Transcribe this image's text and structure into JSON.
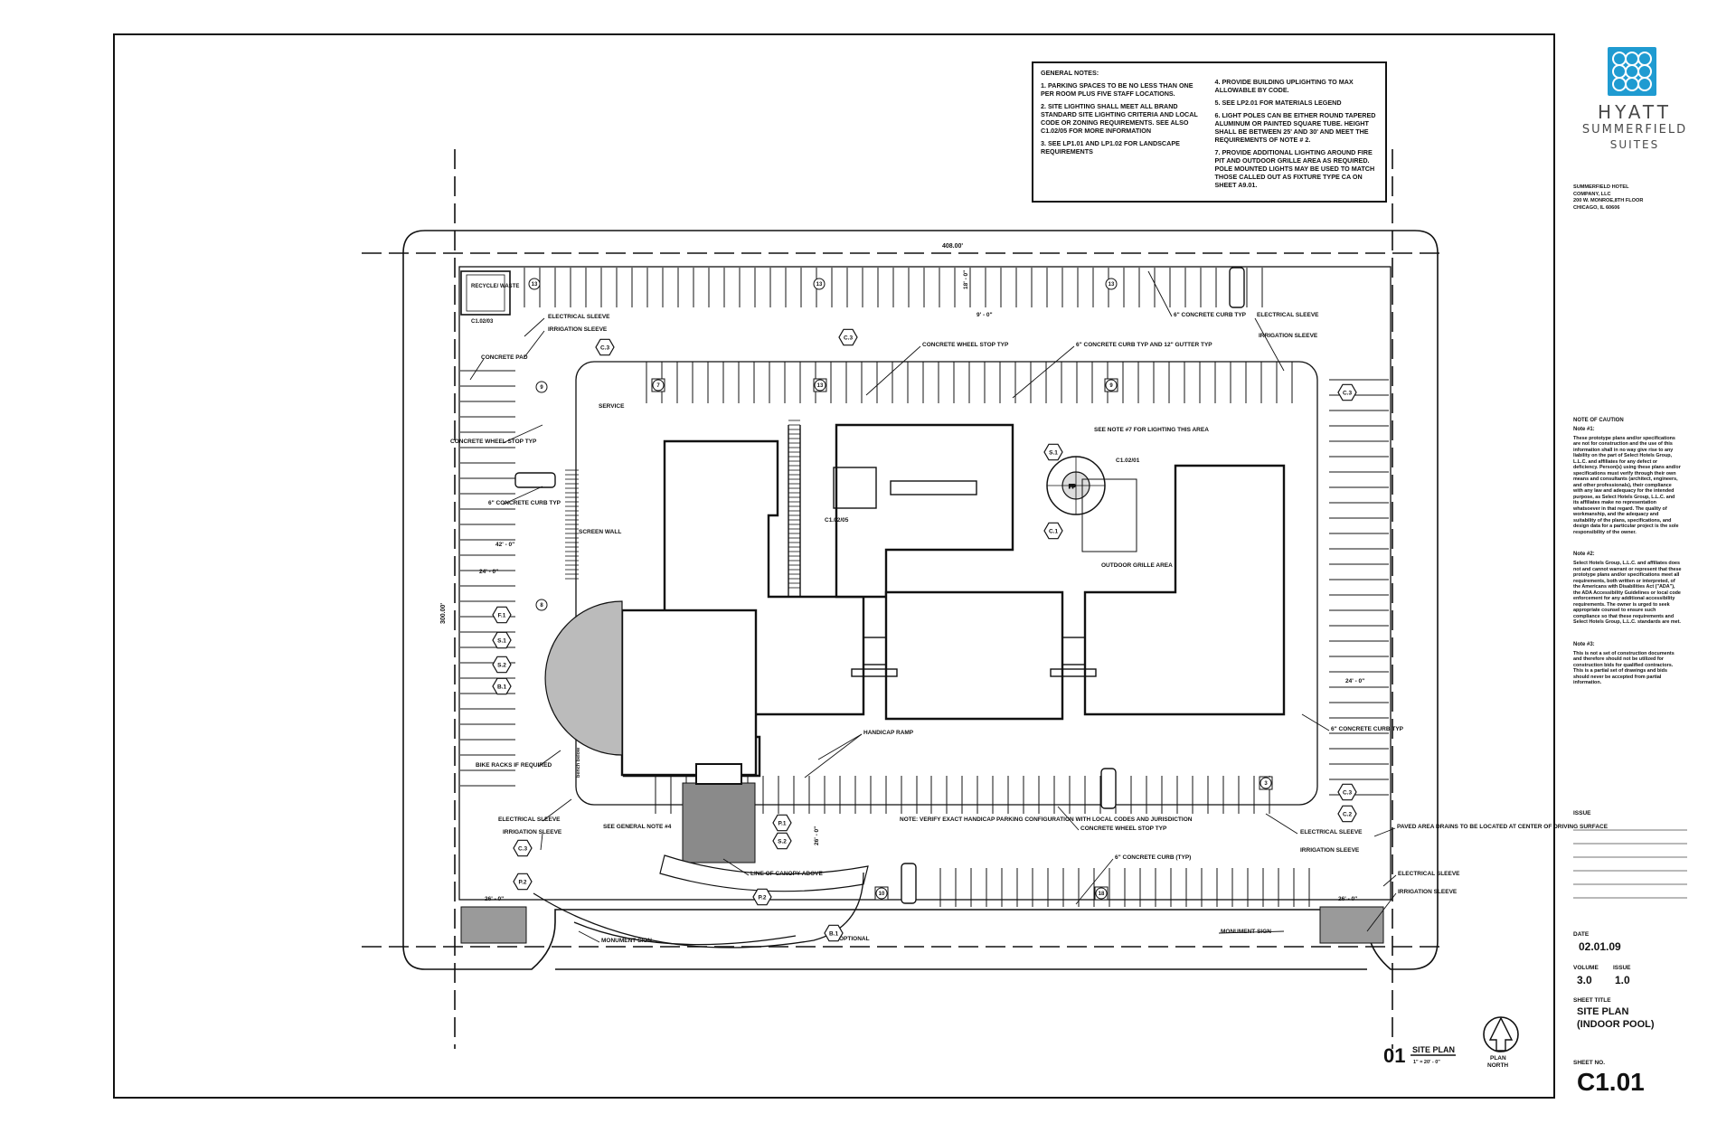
{
  "general_notes": {
    "heading": "GENERAL NOTES:",
    "left": [
      "1. PARKING SPACES TO BE NO LESS THAN ONE PER ROOM PLUS FIVE STAFF LOCATIONS.",
      "2. SITE LIGHTING SHALL MEET ALL BRAND STANDARD SITE LIGHTING CRITERIA AND LOCAL CODE OR ZONING REQUIREMENTS. SEE ALSO C1.02/05 FOR MORE INFORMATION",
      "3. SEE LP1.01 AND LP1.02 FOR LANDSCAPE REQUIREMENTS"
    ],
    "right": [
      "4. PROVIDE BUILDING UPLIGHTING TO MAX ALLOWABLE BY CODE.",
      "5. SEE LP2.01 FOR MATERIALS LEGEND",
      "6. LIGHT POLES CAN BE EITHER ROUND TAPERED ALUMINUM OR PAINTED SQUARE TUBE. HEIGHT SHALL BE BETWEEN 25' AND 30' AND MEET THE REQUIREMENTS OF NOTE # 2.",
      "7. PROVIDE ADDITIONAL LIGHTING AROUND FIRE PIT AND OUTDOOR GRILLE AREA AS REQUIRED. POLE MOUNTED LIGHTS MAY BE USED TO MATCH THOSE CALLED OUT AS FIXTURE TYPE CA ON SHEET A9.01."
    ]
  },
  "brand": {
    "line1": "HYATT",
    "line2": "SUMMERFIELD",
    "line3": "SUITES",
    "logo_color": "#1f9bd1"
  },
  "company": {
    "name1": "SUMMERFIELD HOTEL",
    "name2": "COMPANY, LLC",
    "address1": "200 W. MONROE,8TH FLOOR",
    "address2": "CHICAGO, IL 60606"
  },
  "caution": {
    "title": "NOTE OF CAUTION",
    "note1_label": "Note #1:",
    "note1": "These prototype plans and/or specifications are not for construction and the use of this information shall in no way give rise to any liability on the part of Select Hotels Group, L.L.C. and affiliates for any defect or deficiency. Person(s) using these plans and/or specifications must verify through their own means and consultants (architect, engineers, and other professionals), their compliance with any law and adequacy for the intended purpose, as Select Hotels Group, L.L.C. and its affiliates make no representation whatsoever in that regard. The quality of workmanship, and the adequacy and suitability of the plans, specifications, and design data for a particular project is the sole responsibility of the owner.",
    "note2_label": "Note #2:",
    "note2": "Select Hotels Group, L.L.C. and affiliates does not and cannot warrant or represent that these prototype plans and/or specifications meet all requirements, both written or interpreted, of the Americans with Disabilities Act (\"ADA\"), the ADA Accessibility Guidelines or local code enforcement for any additional accessibility requirements. The owner is urged to seek appropriate counsel to ensure such compliance so that these requirements and Select Hotels Group, L.L.C. standards are met.",
    "note3_label": "Note #3:",
    "note3": "This is not a set of construction documents and therefore should not be utilized for construction bids for qualified contractors. This is a partial set of drawings and bids should never be accepted from partial information."
  },
  "issue_label": "ISSUE",
  "title_block": {
    "date_label": "DATE",
    "date": "02.01.09",
    "volume_label": "VOLUME",
    "volume": "3.0",
    "issue_label": "ISSUE",
    "issue": "1.0",
    "sheet_title_label": "SHEET TITLE",
    "sheet_title1": "SITE PLAN",
    "sheet_title2": "(INDOOR POOL)",
    "sheet_no_label": "SHEET NO.",
    "sheet_no": "C1.01"
  },
  "drawing_title": {
    "number": "01",
    "title": "SITE PLAN",
    "scale": "1\" = 20' - 0\"",
    "north1": "PLAN",
    "north2": "NORTH"
  },
  "dimensions": {
    "top_width": "408.00'",
    "left_height": "300.00'",
    "d42": "42' - 0\"",
    "d24": "24' - 0\"",
    "d18": "18' - 0\"",
    "d9": "9' - 0\"",
    "d26": "26' - 0\"",
    "d26b": "26' - 0\"",
    "d26c": "26' - 0\""
  },
  "labels": {
    "recycle": "RECYCLE/ WASTE",
    "c1_02_03": "C1.02/03",
    "concrete_pad": "CONCRETE PAD",
    "elec_sleeve_tl": "ELECTRICAL SLEEVE",
    "irr_sleeve_tl": "IRRIGATION SLEEVE",
    "service": "SERVICE",
    "wheel_stop_l": "CONCRETE WHEEL STOP TYP",
    "curb_l": "6\" CONCRETE CURB TYP",
    "screen_wall": "SCREEN WALL",
    "wheel_stop_top": "CONCRETE WHEEL STOP TYP",
    "curb_gutter": "6\" CONCRETE CURB TYP AND 12\" GUTTER TYP",
    "curb_top": "6\" CONCRETE CURB TYP",
    "elec_sleeve_tr": "ELECTRICAL SLEEVE",
    "irr_sleeve_tr": "IRRIGATION SLEEVE",
    "see_note7": "SEE NOTE #7 FOR LIGHTING THIS AREA",
    "c1_02_01": "C1.02/01",
    "c1_02_05": "C1.02/05",
    "grille": "OUTDOOR GRILLE AREA",
    "handicap_ramp": "HANDICAP RAMP",
    "bike": "BIKE RACKS IF REQUIRED",
    "bike_vertical": "bench below",
    "elec_sleeve_bl": "ELECTRICAL SLEEVE",
    "irr_sleeve_bl": "IRRIGATION SLEEVE",
    "see_gen4": "SEE GENERAL NOTE #4",
    "verify": "NOTE: VERIFY EXACT HANDICAP PARKING CONFIGURATION WITH LOCAL CODES AND JURISDICTION",
    "canopy": "LINE OF CANOPY ABOVE",
    "monument_l": "MONUMENT SIGN",
    "monument_r": "MONUMENT SIGN",
    "optional": "OPTIONAL",
    "wheel_stop_b": "CONCRETE WHEEL STOP TYP",
    "curb_b": "6\" CONCRETE CURB (TYP)",
    "curb_r": "6\" CONCRETE CURB TYP",
    "elec_sleeve_br": "ELECTRICAL SLEEVE",
    "irr_sleeve_br": "IRRIGATION SLEEVE",
    "paved": "PAVED AREA DRAINS TO BE LOCATED AT CENTER OF DRIVING SURFACE",
    "elec_sleeve_br2": "ELECTRICAL SLEEVE",
    "irr_sleeve_br2": "IRRIGATION SLEEVE",
    "fp": "FP"
  },
  "tags": {
    "c3": "C.3",
    "s1": "S.1",
    "c1": "C.1",
    "f1": "F.1",
    "s2": "S.2",
    "b1": "B.1",
    "p1": "P.1",
    "p2": "P.2",
    "c2": "C.2"
  },
  "stall_counts": {
    "t13a": "13",
    "t13b": "13",
    "t7": "7",
    "t13c": "13",
    "t9a": "9",
    "t9b": "9",
    "t8": "8",
    "t13d": "13",
    "t3": "3",
    "t10": "10",
    "t18": "18"
  }
}
